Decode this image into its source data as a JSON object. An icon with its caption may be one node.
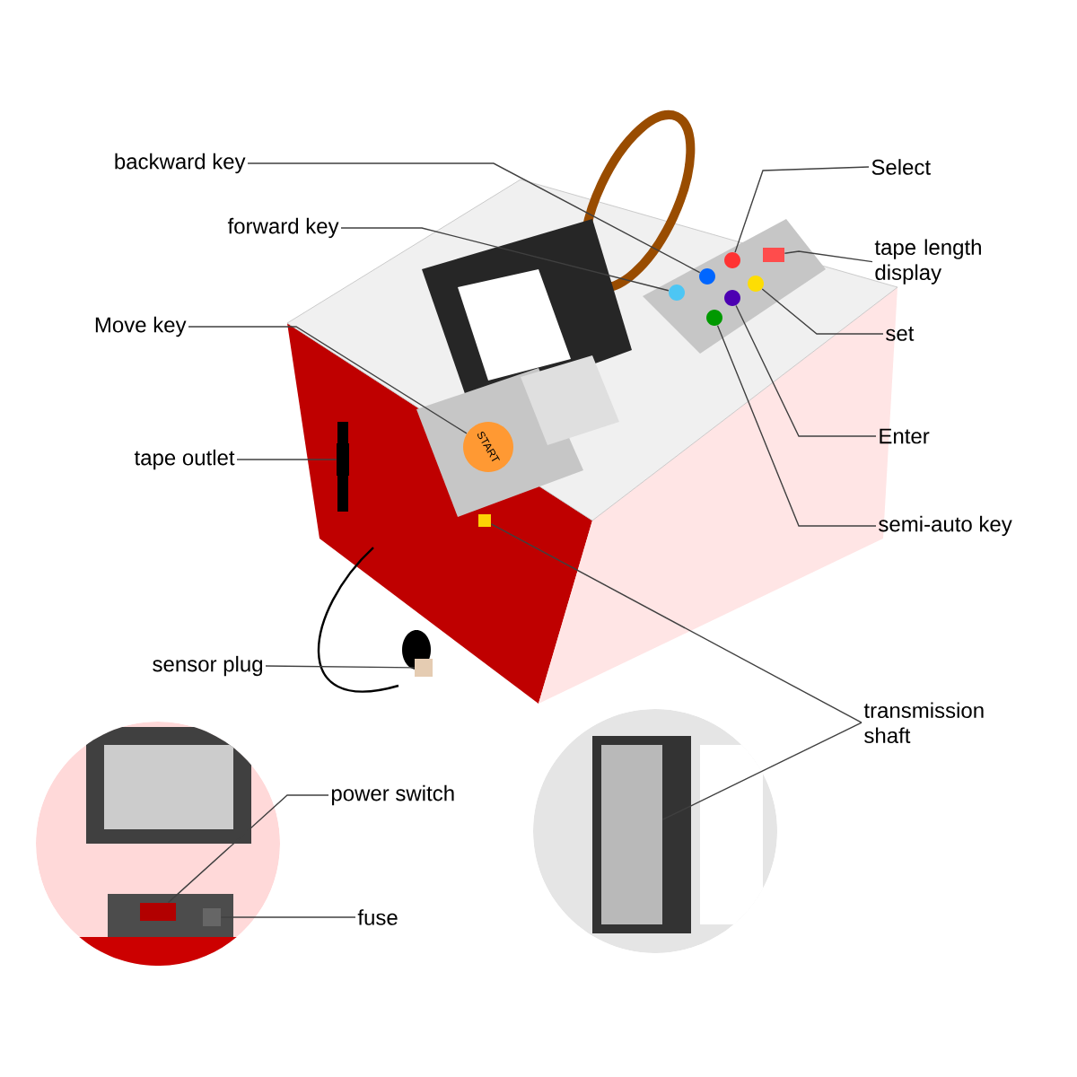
{
  "diagram": {
    "nodes": [
      {
        "text": [
          "backward key"
        ]
      },
      {
        "text": [
          "Select"
        ]
      },
      {
        "text": [
          "forward key"
        ]
      },
      {
        "text": [
          "tape length display"
        ]
      },
      {
        "text": [
          "Move key"
        ]
      },
      {
        "text": [
          "set"
        ]
      },
      {
        "text": [
          "tape outlet"
        ]
      },
      {
        "text": [
          "Enter"
        ]
      },
      {
        "text": [
          "semi-auto key"
        ]
      },
      {
        "text": [
          "sensor plug"
        ]
      },
      {
        "text": [
          "transmission shaft"
        ]
      },
      {
        "text": [
          "power switch"
        ]
      },
      {
        "text": [
          "fuse"
        ]
      },
      {
        "text": [],
        "shape": "circle"
      },
      {
        "text": [],
        "shape": "circle"
      },
      {
        "text": [],
        "shape": "circle"
      },
      {
        "text": [],
        "shape": "box"
      },
      {
        "text": [
          "START"
        ]
      },
      {
        "text": [],
        "shape": "circle"
      },
      {
        "text": [],
        "shape": "box"
      },
      {
        "text": [],
        "shape": "circle"
      },
      {
        "text": [],
        "shape": "circle"
      },
      {
        "text": [],
        "shape": "box"
      },
      {
        "text": [],
        "shape": "box"
      },
      {
        "text": [],
        "shape": "box"
      },
      {
        "text": [],
        "shape": "box"
      },
      {
        "text": [],
        "shape": "box"
      }
    ],
    "edges": [
      {
        "from": 0,
        "to": 13,
        "arrow": "none"
      },
      {
        "from": 1,
        "to": 14,
        "arrow": "none"
      },
      {
        "from": 2,
        "to": 15,
        "arrow": "none"
      },
      {
        "from": 3,
        "to": 16,
        "arrow": "none"
      },
      {
        "from": 4,
        "to": 17,
        "arrow": "none"
      },
      {
        "from": 5,
        "to": 18,
        "arrow": "none"
      },
      {
        "from": 6,
        "to": 19,
        "arrow": "none"
      },
      {
        "from": 7,
        "to": 20,
        "arrow": "none"
      },
      {
        "from": 8,
        "to": 21,
        "arrow": "none"
      },
      {
        "from": 9,
        "to": 22,
        "arrow": "none"
      },
      {
        "from": 10,
        "to": 23,
        "arrow": "none"
      },
      {
        "from": 10,
        "to": 24,
        "arrow": "none"
      },
      {
        "from": 11,
        "to": 25,
        "arrow": "none"
      },
      {
        "from": 12,
        "to": 26,
        "arrow": "none"
      }
    ]
  }
}
